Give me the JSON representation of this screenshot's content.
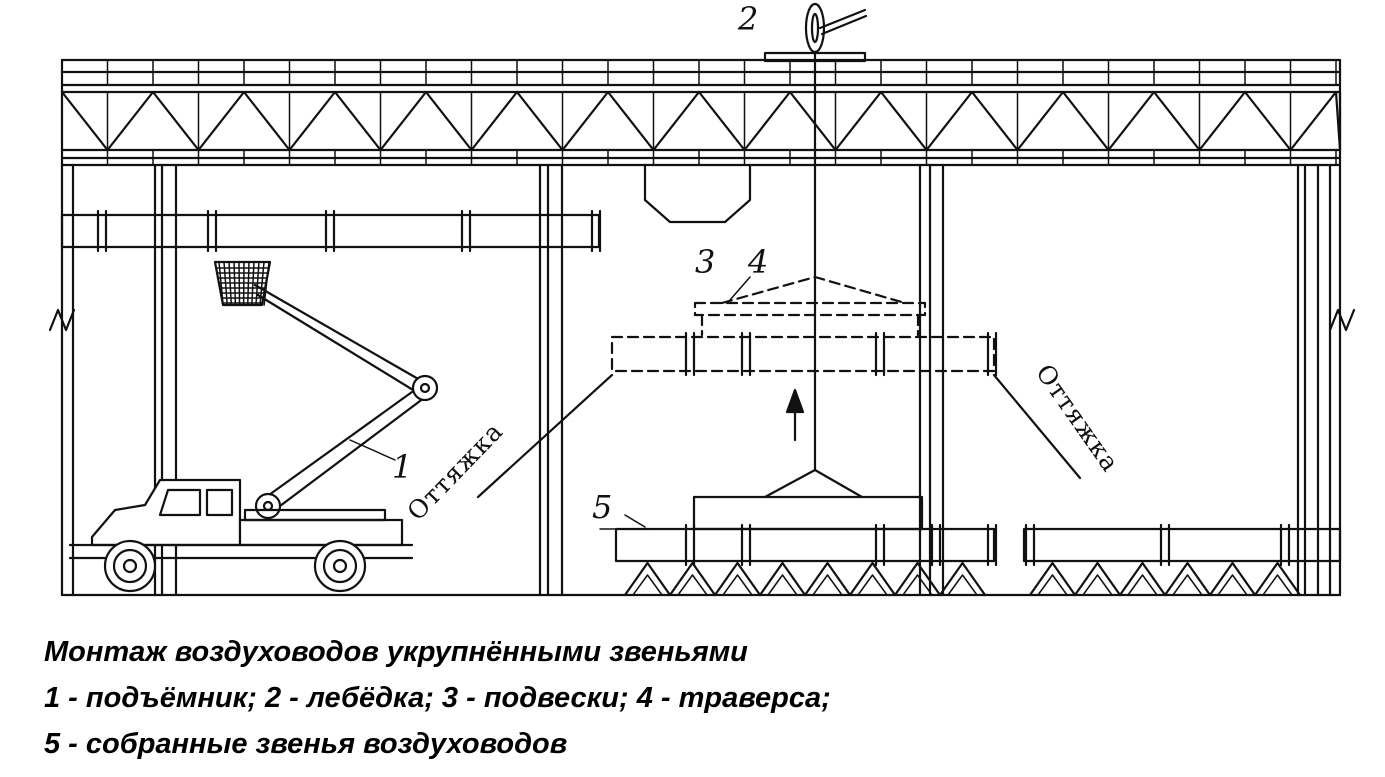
{
  "labels": {
    "lift": "1",
    "winch": "2",
    "hangers": "3",
    "traverse": "4",
    "assembled": "5"
  },
  "notes": {
    "guy_left": "Оттяжка",
    "guy_right": "Оттяжка"
  },
  "caption": {
    "title": "Монтаж воздуховодов укрупнёнными звеньями",
    "line1": "1 - подъёмник; 2 - лебёдка; 3 - подвески; 4 - траверса;",
    "line2": "5 - собранные звенья воздуховодов"
  }
}
